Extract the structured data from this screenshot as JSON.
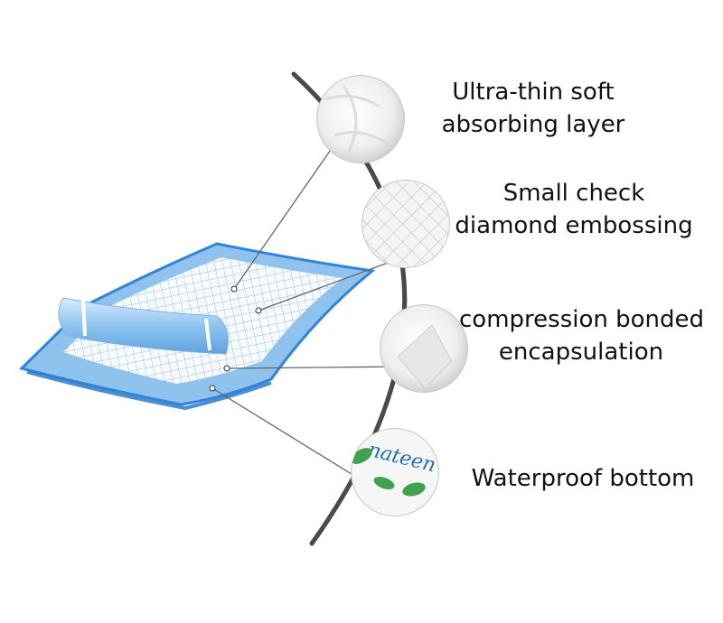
{
  "layers": [
    {
      "id": "soft-layer",
      "lines": [
        "Ultra-thin soft",
        "absorbing layer"
      ]
    },
    {
      "id": "embossing",
      "lines": [
        "Small check",
        "diamond embossing"
      ]
    },
    {
      "id": "encapsulation",
      "lines": [
        "compression bonded",
        "encapsulation"
      ]
    },
    {
      "id": "bottom",
      "lines": [
        "Waterproof bottom"
      ]
    }
  ],
  "sample_print": "nateen",
  "colors": {
    "arc": "#4a4a4a",
    "pad_blue": "#8fc3ee",
    "pad_edge": "#2f86d8",
    "leader": "#666666",
    "leaf": "#3fa34d",
    "print_text": "#1e6fb8"
  }
}
